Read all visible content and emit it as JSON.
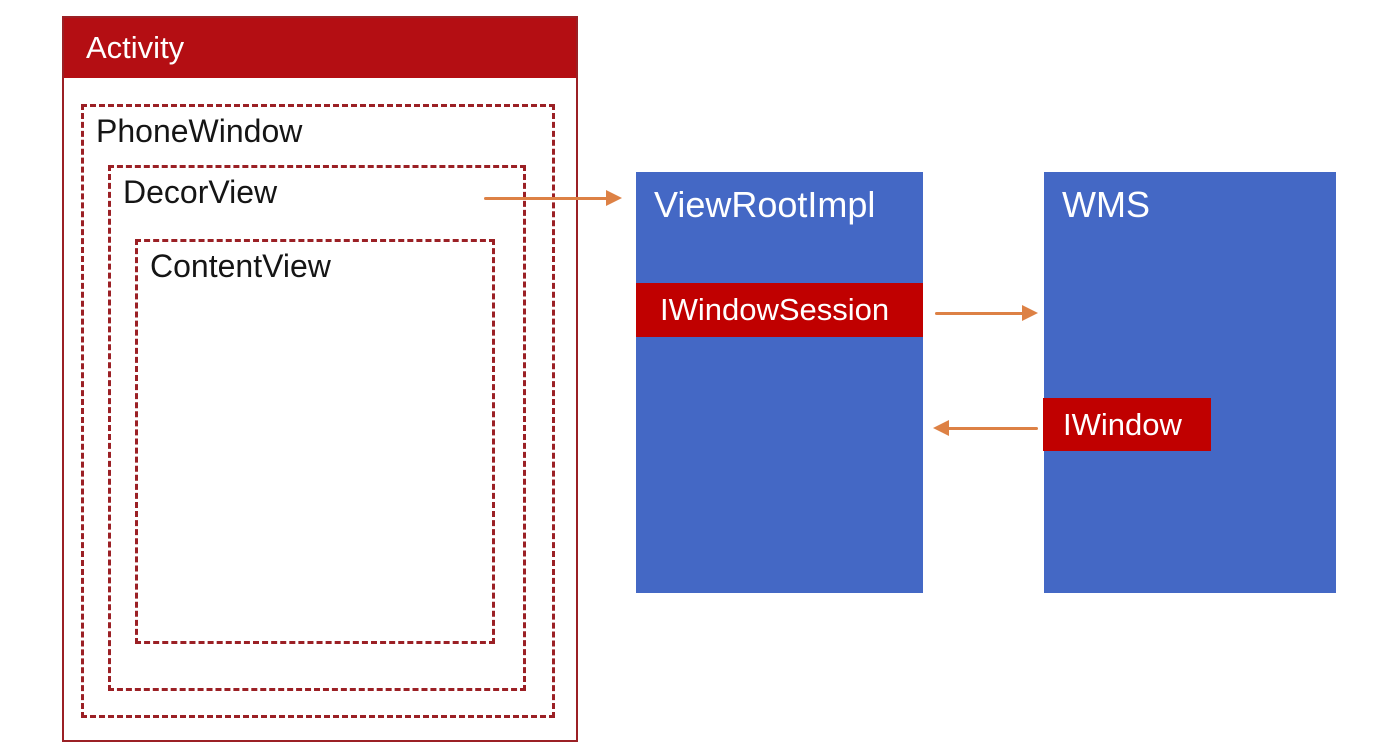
{
  "diagram": {
    "activity": {
      "title": "Activity"
    },
    "phone_window": {
      "label": "PhoneWindow"
    },
    "decor_view": {
      "label": "DecorView"
    },
    "content_view": {
      "label": "ContentView"
    },
    "view_root_impl": {
      "title": "ViewRootImpl",
      "interface_label": "IWindowSession"
    },
    "wms": {
      "title": "WMS",
      "interface_label": "IWindow"
    },
    "connections": [
      {
        "from": "DecorView",
        "to": "ViewRootImpl",
        "direction": "right"
      },
      {
        "from": "IWindowSession",
        "to": "WMS",
        "direction": "right"
      },
      {
        "from": "IWindow",
        "to": "ViewRootImpl",
        "direction": "left"
      }
    ],
    "colors": {
      "box_blue": "#4468C5",
      "band_red": "#C00000",
      "header_red": "#B40E13",
      "line_red": "#9B2025",
      "arrow_orange": "#DD8145"
    }
  }
}
